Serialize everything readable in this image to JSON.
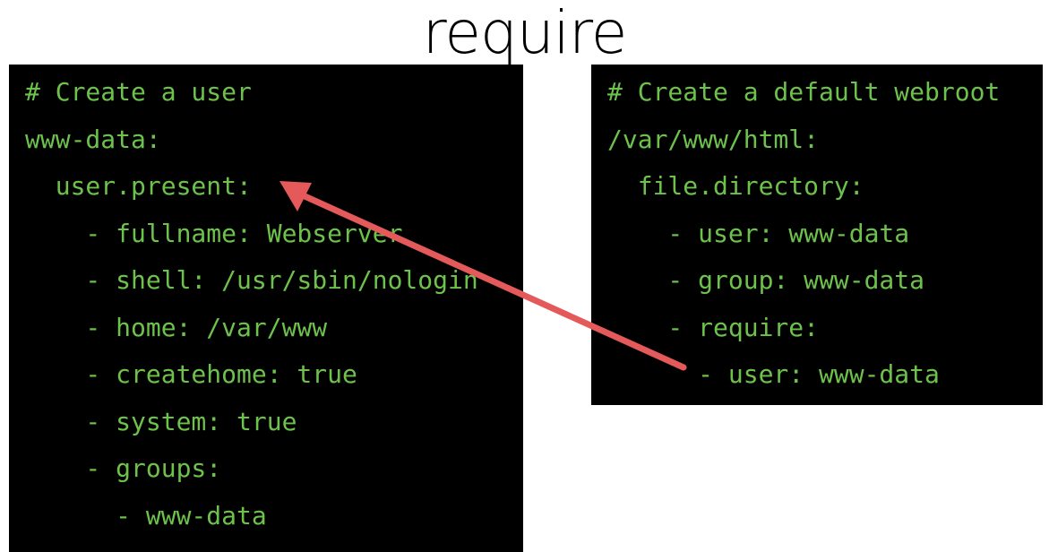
{
  "slide": {
    "title": "require"
  },
  "left_block": {
    "lines": [
      "# Create a user",
      "www-data:",
      "  user.present:",
      "    - fullname: Webserver",
      "    - shell: /usr/sbin/nologin",
      "    - home: /var/www",
      "    - createhome: true",
      "    - system: true",
      "    - groups:",
      "      - www-data"
    ]
  },
  "right_block": {
    "lines": [
      "# Create a default webroot",
      "/var/www/html:",
      "  file.directory:",
      "    - user: www-data",
      "    - group: www-data",
      "    - require:",
      "      - user: www-data"
    ]
  },
  "colors": {
    "background": "#ffffff",
    "code_background": "#000000",
    "code_text": "#6dc24c",
    "arrow": "#e45a5a"
  },
  "arrow": {
    "icon": "arrow-icon"
  }
}
